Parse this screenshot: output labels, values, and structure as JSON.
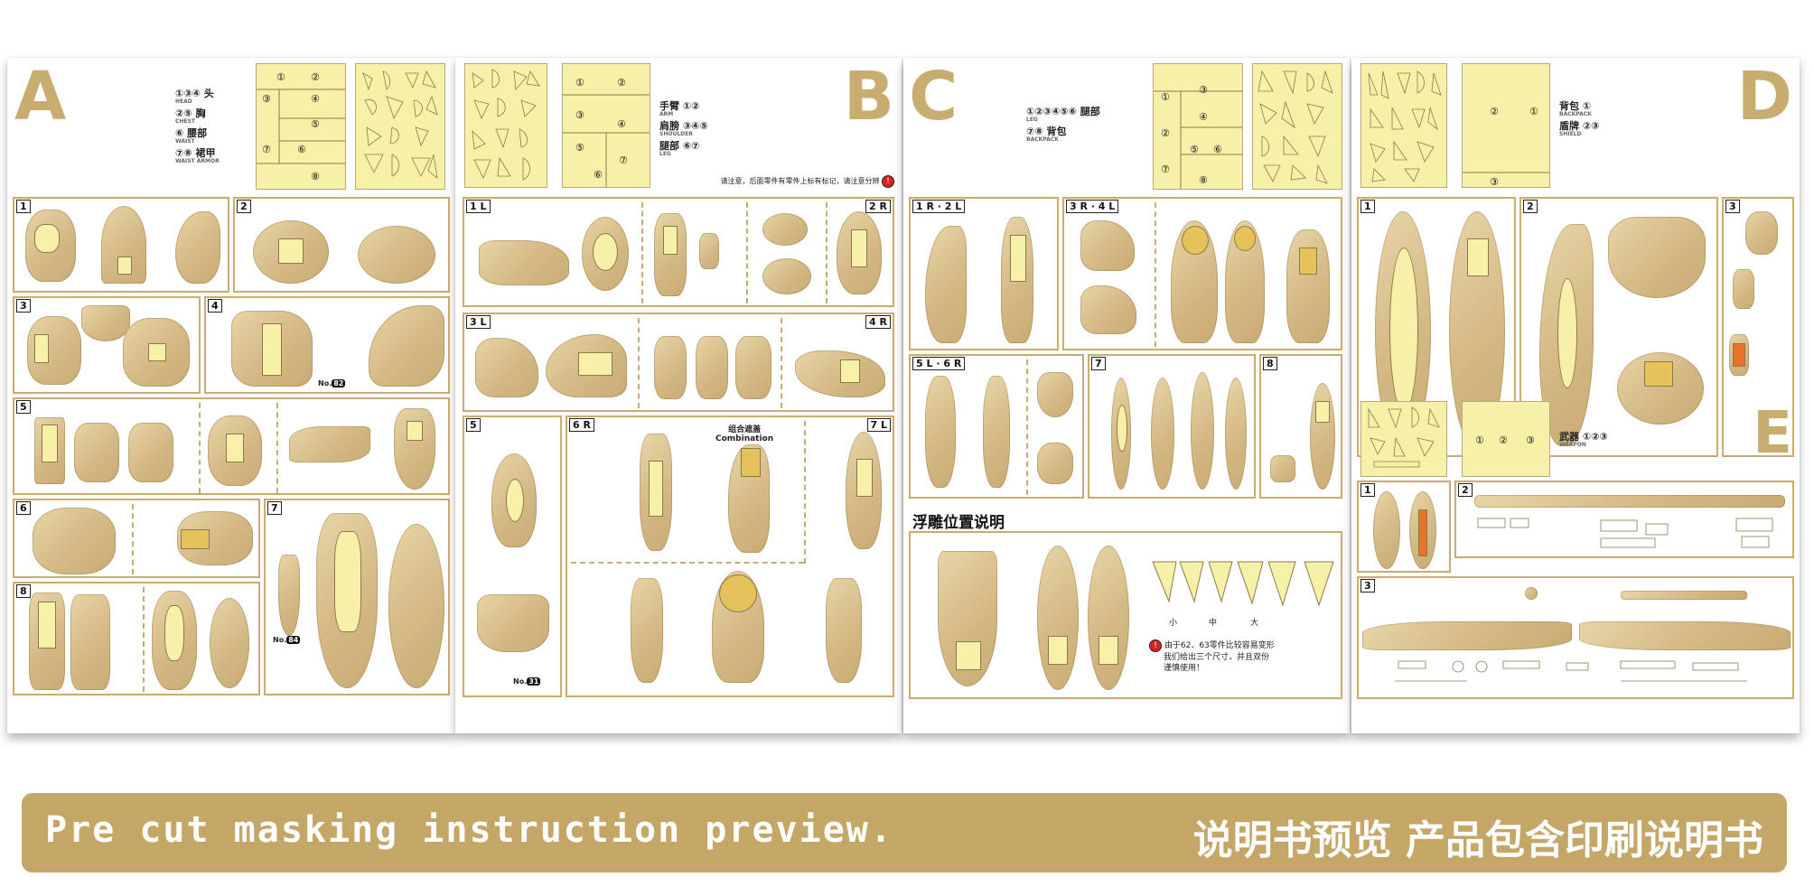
{
  "pages": {
    "a": {
      "letter": "A",
      "legend": [
        {
          "nums": "①③④",
          "label": "头",
          "sub": "HEAD"
        },
        {
          "nums": "②⑤",
          "label": "胸",
          "sub": "CHEST"
        },
        {
          "nums": "⑥",
          "label": "腰部",
          "sub": "WAIST"
        },
        {
          "nums": "⑦⑧",
          "label": "裙甲",
          "sub": "WAIST ARMOR"
        }
      ],
      "steps": [
        "1",
        "2",
        "3",
        "4",
        "5",
        "6",
        "7",
        "8"
      ],
      "piece_nos": [
        "No.",
        "No."
      ]
    },
    "b": {
      "letter": "B",
      "legend": [
        {
          "nums": "①②",
          "label": "手臂",
          "sub": "ARM"
        },
        {
          "nums": "③④⑤",
          "label": "肩膀",
          "sub": "SHOULDER"
        },
        {
          "nums": "⑥⑦",
          "label": "腿部",
          "sub": "LEG"
        }
      ],
      "notice": "请注意，后面零件有零件上标有标记，请注意分辨",
      "notice_icon": "!",
      "steps": [
        "1 L",
        "2 R",
        "3 L",
        "4 R",
        "5",
        "6 R",
        "7 L"
      ],
      "combination_cn": "组合遮盖",
      "combination_en": "Combination",
      "piece_no": "No."
    },
    "c": {
      "letter": "C",
      "legend": [
        {
          "nums": "①②③④⑤⑥",
          "label": "腿部",
          "sub": "LEG"
        },
        {
          "nums": "⑦⑧",
          "label": "背包",
          "sub": "BACKPACK"
        }
      ],
      "steps": [
        "1 R · 2 L",
        "3 R · 4 L",
        "5 L · 6 R",
        "7",
        "8"
      ],
      "section_title": "浮雕位置说明",
      "sizes": [
        "小",
        "中",
        "大"
      ],
      "note_line1": "由于62、63零件比较容易变形",
      "note_line2": "我们给出三个尺寸，并且双份",
      "note_line3": "谨慎使用！",
      "note_icon": "!"
    },
    "d": {
      "letter": "D",
      "legend": [
        {
          "nums": "①",
          "label": "背包",
          "sub": "BACKPACK"
        },
        {
          "nums": "②③",
          "label": "盾牌",
          "sub": "SHIELD"
        }
      ],
      "steps": [
        "1",
        "2",
        "3"
      ]
    },
    "e": {
      "letter": "E",
      "legend": [
        {
          "nums": "①②③",
          "label": "武器",
          "sub": "WEAPON"
        }
      ],
      "steps": [
        "1",
        "2",
        "3"
      ]
    }
  },
  "banner": {
    "en": "Pre cut masking instruction preview.",
    "zh": "说明书预览 产品包含印刷说明书"
  },
  "colors": {
    "accent": "#c9ac70",
    "banner": "#c4a667",
    "mask_sheet": "#f6f0a8",
    "part": "#d9c08f"
  },
  "sheet_numbers": {
    "a": [
      "①",
      "②",
      "③",
      "④",
      "⑤",
      "⑥",
      "⑦",
      "⑧"
    ],
    "b": [
      "①",
      "②",
      "③",
      "④",
      "⑤",
      "⑥",
      "⑦"
    ],
    "c": [
      "①",
      "②",
      "③",
      "④",
      "⑤",
      "⑥",
      "⑦",
      "⑧"
    ],
    "d": [
      "②",
      "①",
      "③"
    ],
    "e": [
      "①",
      "②",
      "③"
    ]
  }
}
